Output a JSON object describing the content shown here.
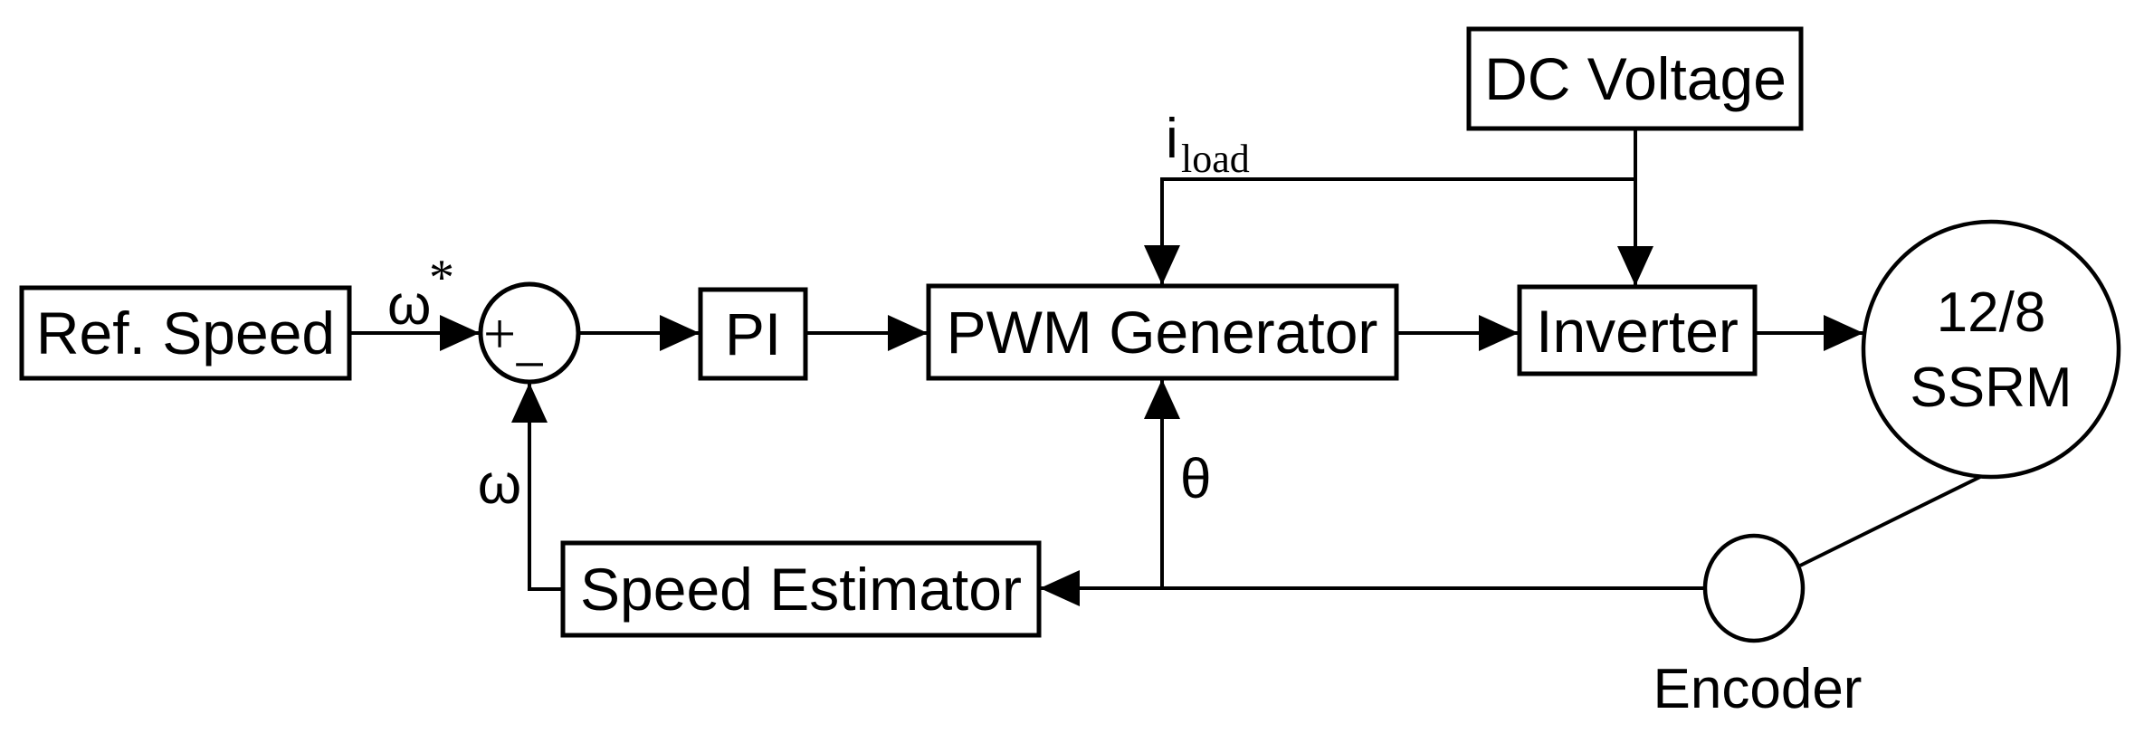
{
  "diagram": {
    "blocks": {
      "ref_speed": {
        "label": "Ref. Speed"
      },
      "pi": {
        "label": "PI"
      },
      "pwm_generator": {
        "label": "PWM Generator"
      },
      "inverter": {
        "label": "Inverter"
      },
      "dc_voltage": {
        "label": "DC Voltage"
      },
      "speed_estimator": {
        "label": "Speed Estimator"
      }
    },
    "nodes": {
      "motor": {
        "line1": "12/8",
        "line2": "SSRM"
      },
      "encoder": {
        "label": "Encoder"
      },
      "summing_junction": {
        "plus": "+",
        "minus": "−"
      }
    },
    "signals": {
      "reference_speed": {
        "symbol": "ω",
        "superscript": "*"
      },
      "measured_speed": {
        "symbol": "ω"
      },
      "rotor_position": {
        "symbol": "θ"
      },
      "load_current": {
        "symbol": "i",
        "subscript": "load"
      }
    },
    "colors": {
      "line": "#000000",
      "background": "#ffffff"
    }
  }
}
